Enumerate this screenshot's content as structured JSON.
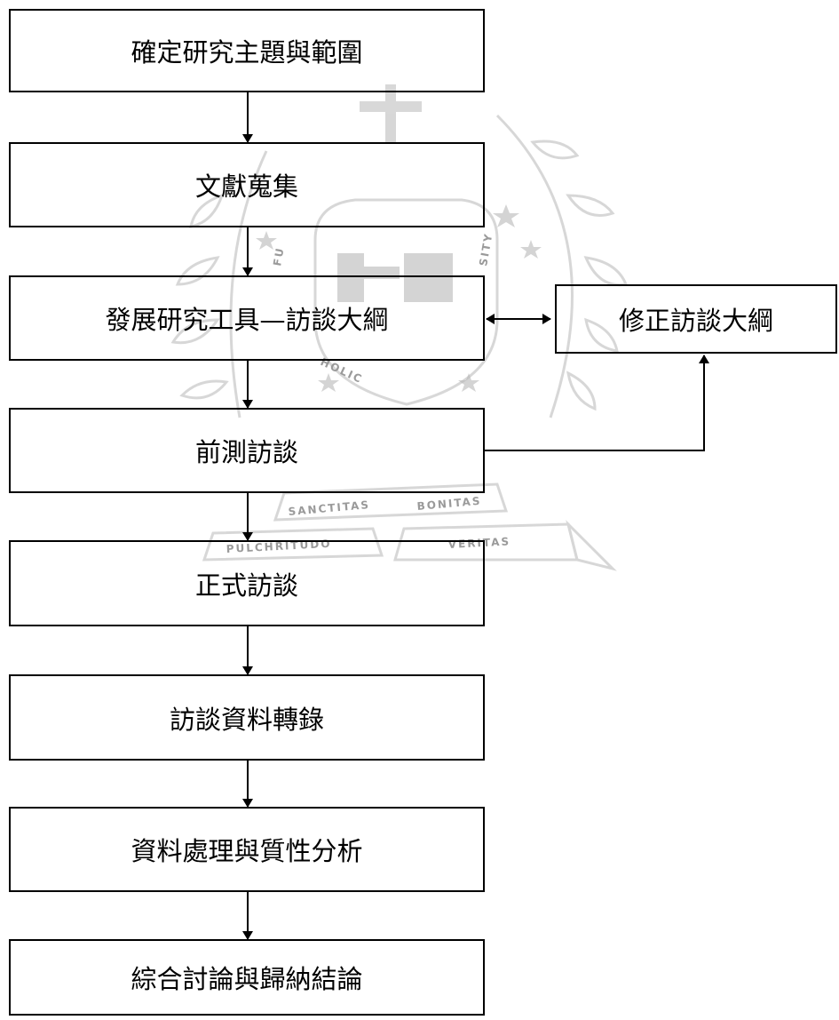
{
  "diagram": {
    "steps": [
      "確定研究主題與範圍",
      "文獻蒐集",
      "發展研究工具—訪談大綱",
      "前測訪談",
      "正式訪談",
      "訪談資料轉錄",
      "資料處理與質性分析",
      "綜合討論與歸納結論"
    ],
    "side_step": "修正訪談大綱"
  },
  "watermark": {
    "texts": [
      "FU",
      "HOLIC",
      "SANCTITAS",
      "BONITAS",
      "PULCHRITUDO",
      "VERITAS",
      "SITY"
    ],
    "color": "#9a9a9a"
  },
  "colors": {
    "line": "#000000",
    "box_border": "#000000",
    "text": "#000000"
  }
}
